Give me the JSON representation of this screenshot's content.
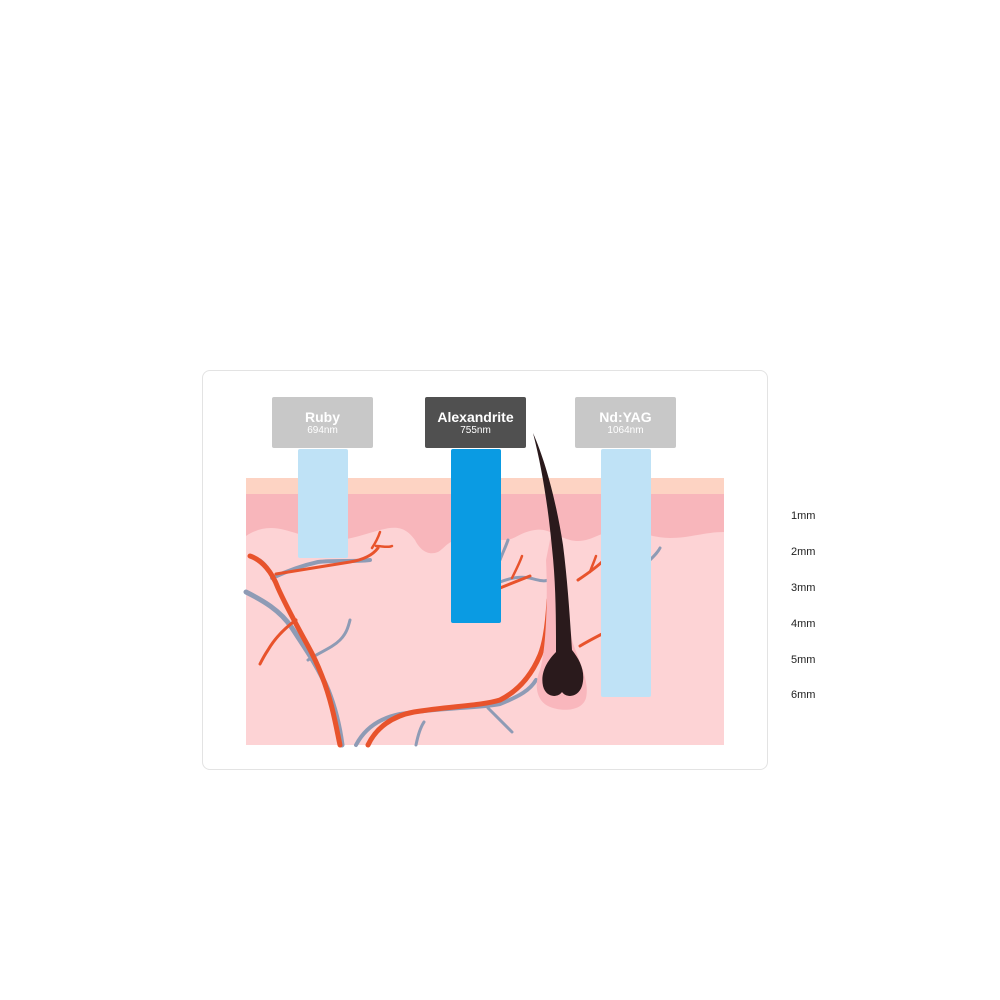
{
  "lasers": [
    {
      "name": "Ruby",
      "wavelength": "694nm",
      "color": "#c8c8c8",
      "beam_color": "#bfe2f6"
    },
    {
      "name": "Alexandrite",
      "wavelength": "755nm",
      "color": "#505050",
      "beam_color": "#0a9be3"
    },
    {
      "name": "Nd:YAG",
      "wavelength": "1064nm",
      "color": "#c8c8c8",
      "beam_color": "#bfe2f6"
    }
  ],
  "depths": [
    "1mm",
    "2mm",
    "3mm",
    "4mm",
    "5mm",
    "6mm"
  ],
  "colors": {
    "epidermis_top": "#fdd3c3",
    "epidermis": "#f8b6bb",
    "dermis": "#fdd3d5",
    "artery": "#e8532c",
    "vein": "#8e9bb5",
    "hair": "#2a1a1c",
    "follicle": "#f9b7bd"
  }
}
